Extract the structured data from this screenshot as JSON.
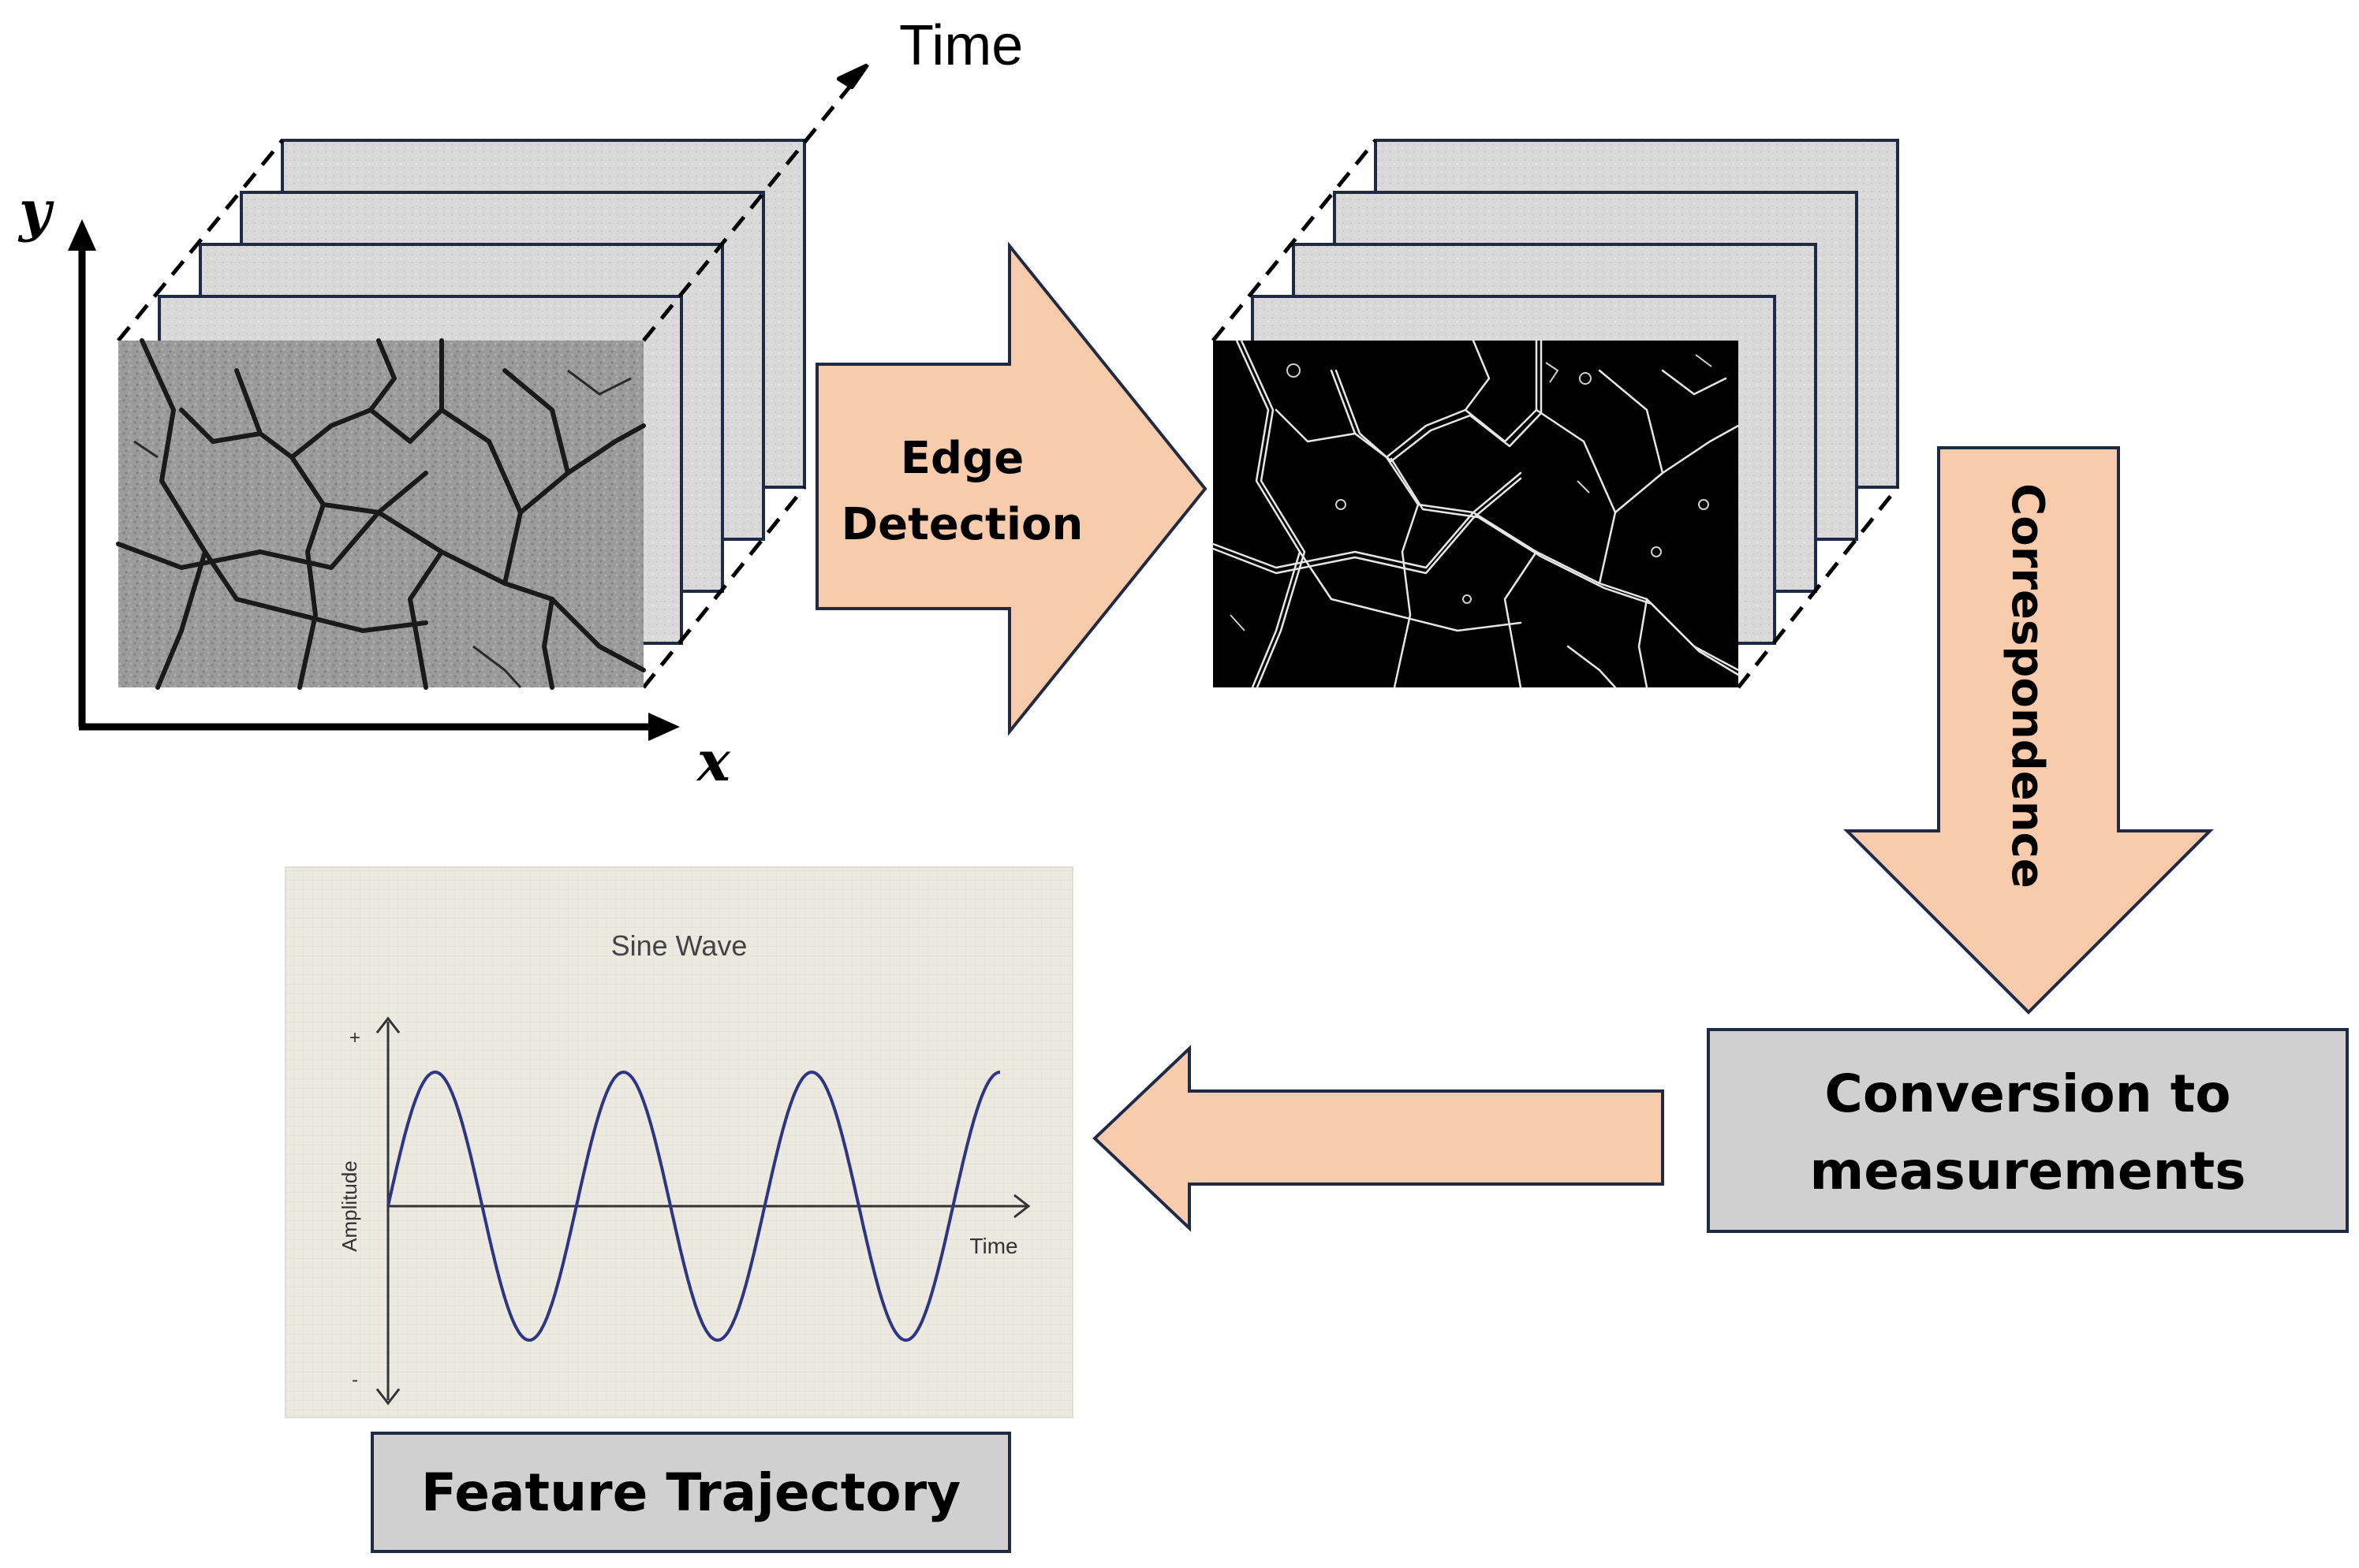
{
  "axes": {
    "time_label": "Time",
    "x_label": "x",
    "y_label": "y"
  },
  "steps": {
    "edge_detection": "Edge",
    "edge_detection_line2": "Detection",
    "correspondence": "Correspondence",
    "conversion_line1": "Conversion to",
    "conversion_line2": "measurements",
    "feature_trajectory": "Feature Trajectory"
  },
  "sine_panel": {
    "title": "Sine Wave",
    "x_label": "Time",
    "y_label": "Amplitude",
    "y_plus": "+",
    "y_minus": "-"
  },
  "colors": {
    "arrow_fill": "#f7cbab",
    "outline": "#1f2a44",
    "box_fill": "#d0d0d0",
    "frame_fill": "#d9d9d9",
    "sine_bg": "#ece9e1",
    "sine_line": "#2e3585",
    "edge_bg": "#000000"
  }
}
